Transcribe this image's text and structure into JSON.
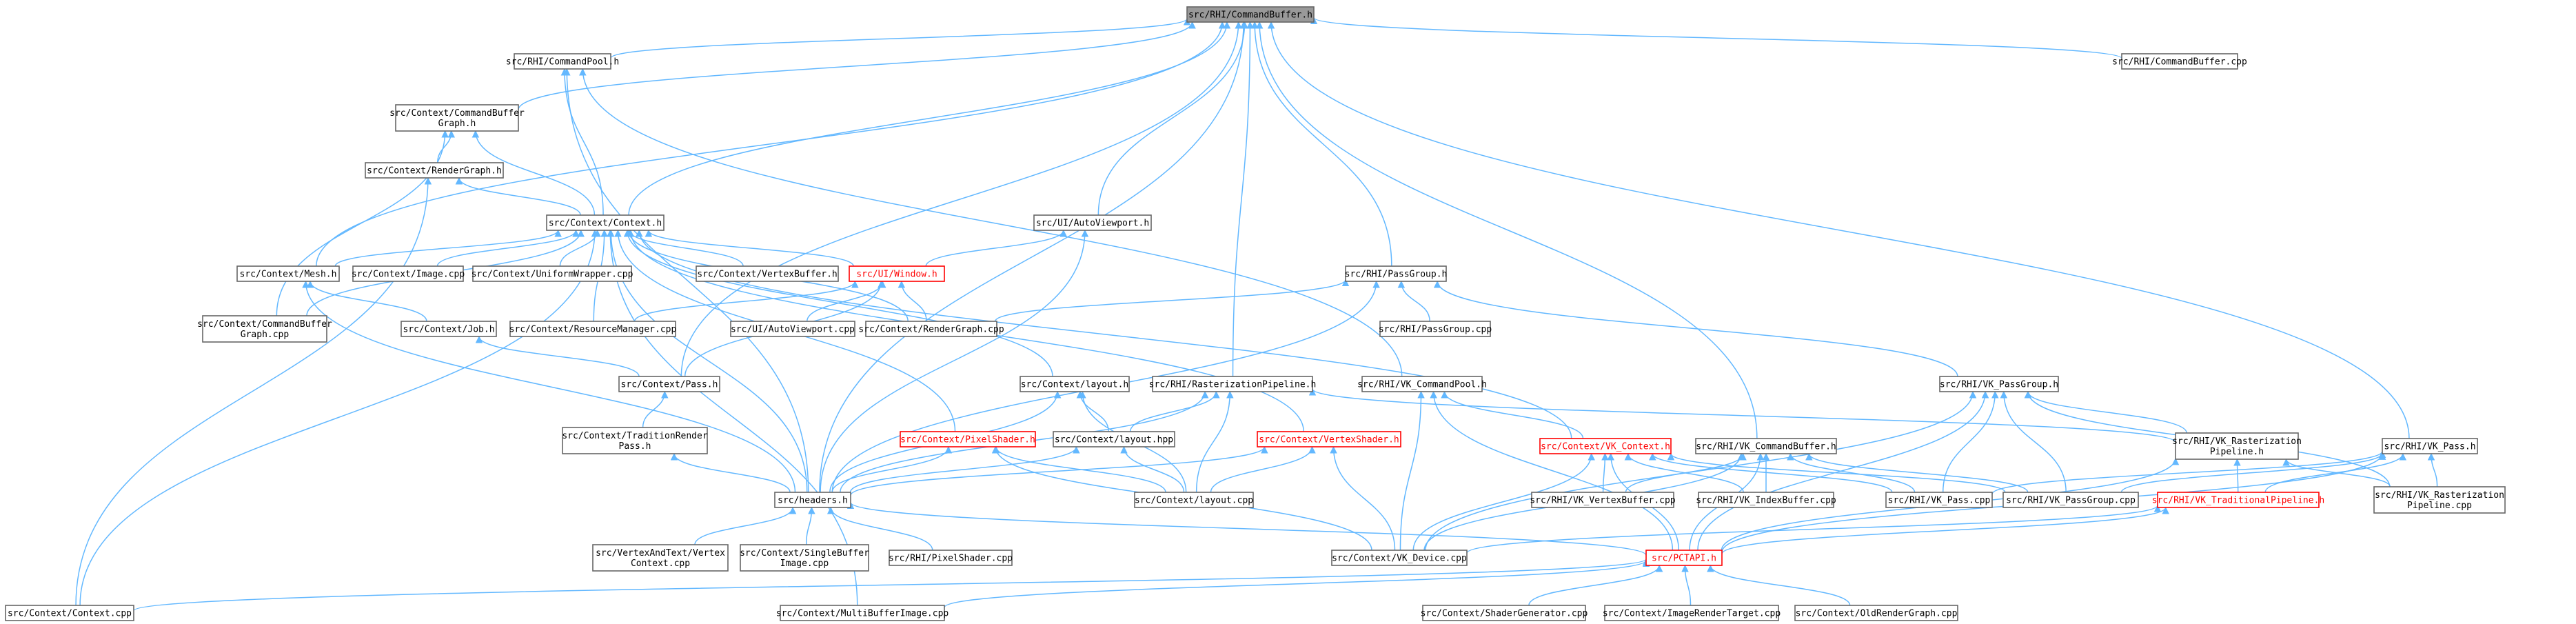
{
  "colors": {
    "edge": "#63b8ff",
    "root_fill": "#999999",
    "node_border": "#666666",
    "error_border": "#ff0000"
  },
  "nodes": {
    "n_root": "src/RHI/CommandBuffer.h",
    "n_rhi_cmdpool_h": "src/RHI/CommandPool.h",
    "n_rhi_cmdbuf_cpp": "src/RHI/CommandBuffer.cpp",
    "n_ctx_cbgraph_h": [
      "src/Context/CommandBuffer",
      "Graph.h"
    ],
    "n_ctx_rendergraph_h": "src/Context/RenderGraph.h",
    "n_ctx_context_h": "src/Context/Context.h",
    "n_ui_autoviewport_h": "src/UI/AutoViewport.h",
    "n_ctx_mesh_h": "src/Context/Mesh.h",
    "n_ctx_image_cpp": "src/Context/Image.cpp",
    "n_ctx_uniform_cpp": "src/Context/UniformWrapper.cpp",
    "n_ctx_vertexbuf_h": "src/Context/VertexBuffer.h",
    "n_ui_window_h": "src/UI/Window.h",
    "n_rhi_passgroup_h": "src/RHI/PassGroup.h",
    "n_ctx_cbgraph_cpp": [
      "src/Context/CommandBuffer",
      "Graph.cpp"
    ],
    "n_ctx_job_h": "src/Context/Job.h",
    "n_ctx_resmgr_cpp": "src/Context/ResourceManager.cpp",
    "n_ui_autoviewport_cpp": "src/UI/AutoViewport.cpp",
    "n_ctx_rendergraph_cpp": "src/Context/RenderGraph.cpp",
    "n_rhi_passgroup_cpp": "src/RHI/PassGroup.cpp",
    "n_ctx_pass_h": "src/Context/Pass.h",
    "n_ctx_layout_h": "src/Context/layout.h",
    "n_rhi_rasterpipe_h": "src/RHI/RasterizationPipeline.h",
    "n_rhi_vk_cmdpool_h": "src/RHI/VK_CommandPool.h",
    "n_rhi_vk_passgroup_h": "src/RHI/VK_PassGroup.h",
    "n_ctx_tradrender_h": [
      "src/Context/TraditionRender",
      "Pass.h"
    ],
    "n_ctx_pixelshader_h": "src/Context/PixelShader.h",
    "n_ctx_layout_hpp": "src/Context/layout.hpp",
    "n_ctx_vertexshader_h": "src/Context/VertexShader.h",
    "n_ctx_vk_context_h": "src/Context/VK_Context.h",
    "n_rhi_vk_cmdbuf_h": "src/RHI/VK_CommandBuffer.h",
    "n_rhi_vk_rasterpipe_h": [
      "src/RHI/VK_Rasterization",
      "Pipeline.h"
    ],
    "n_rhi_vk_pass_h": "src/RHI/VK_Pass.h",
    "n_headers_h": "src/headers.h",
    "n_ctx_layout_cpp": "src/Context/layout.cpp",
    "n_rhi_vk_vertexbuf_cpp": "src/RHI/VK_VertexBuffer.cpp",
    "n_rhi_vk_indexbuf_cpp": "src/RHI/VK_IndexBuffer.cpp",
    "n_rhi_vk_pass_cpp": "src/RHI/VK_Pass.cpp",
    "n_rhi_vk_passgroup_cpp": "src/RHI/VK_PassGroup.cpp",
    "n_rhi_vk_tradpipe_h": "src/RHI/VK_TraditionalPipeline.h",
    "n_rhi_vk_rasterpipe_cpp": [
      "src/RHI/VK_Rasterization",
      "Pipeline.cpp"
    ],
    "n_vertex_text_cpp": [
      "src/VertexAndText/Vertex",
      "Context.cpp"
    ],
    "n_ctx_singlebuf_cpp": [
      "src/Context/SingleBuffer",
      "Image.cpp"
    ],
    "n_rhi_pixelshader_cpp": "src/RHI/PixelShader.cpp",
    "n_ctx_vk_device_cpp": "src/Context/VK_Device.cpp",
    "n_pctapi_h": "src/PCTAPI.h",
    "n_ctx_context_cpp": "src/Context/Context.cpp",
    "n_ctx_multibuf_cpp": "src/Context/MultiBufferImage.cpp",
    "n_ctx_shadergen_cpp": "src/Context/ShaderGenerator.cpp",
    "n_ctx_imagerender_cpp": "src/Context/ImageRenderTarget.cpp",
    "n_ctx_oldrender_cpp": "src/Context/OldRenderGraph.cpp"
  }
}
